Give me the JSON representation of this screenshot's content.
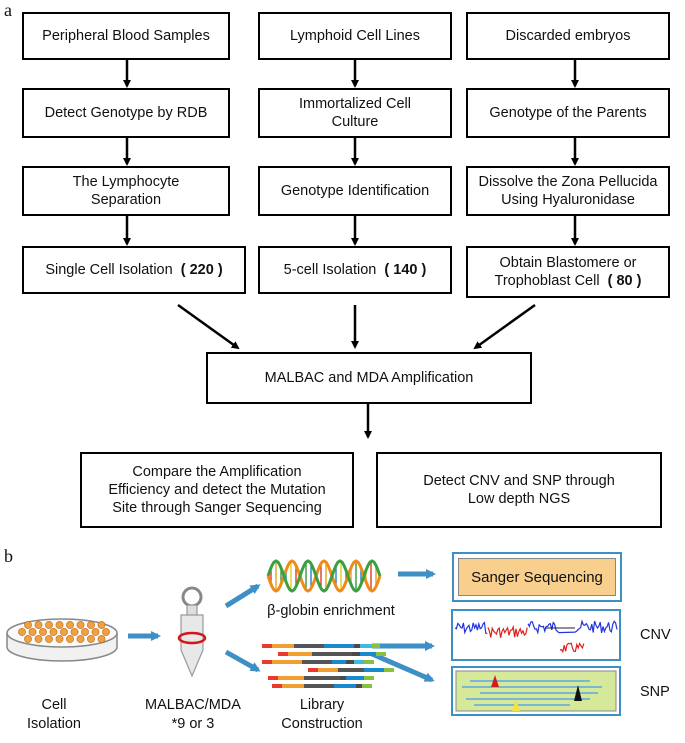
{
  "panel_a_label": "a",
  "panel_b_label": "b",
  "columns": [
    {
      "source": "Peripheral Blood Samples",
      "step1": "Detect Genotype by RDB",
      "step2": [
        "The Lymphocyte",
        "Separation"
      ],
      "isolation": [
        "Single Cell Isolation",
        "( 220 )"
      ]
    },
    {
      "source": "Lymphoid Cell Lines",
      "step1": [
        "Immortalized Cell",
        "Culture"
      ],
      "step2": "Genotype Identification",
      "isolation": [
        "5-cell Isolation",
        "( 140 )"
      ]
    },
    {
      "source": "Discarded embryos",
      "step1": "Genotype of the Parents",
      "step2": [
        "Dissolve the Zona Pellucida",
        "Using Hyaluronidase"
      ],
      "isolation": [
        "Obtain Blastomere or",
        "Trophoblast Cell",
        "( 80 )"
      ]
    }
  ],
  "amplification": "MALBAC and MDA Amplification",
  "outcome_left": [
    "Compare the Amplification",
    "Efficiency and detect the Mutation",
    "Site through Sanger Sequencing"
  ],
  "outcome_right": [
    "Detect CNV and SNP through",
    "Low depth NGS"
  ],
  "panel_b": {
    "cell_label": [
      "Cell",
      "Isolation"
    ],
    "malbac_label": [
      "MALBAC/MDA",
      "*9 or 3"
    ],
    "globin_label": "β-globin enrichment",
    "library_label": [
      "Library",
      "Construction"
    ],
    "sanger_label": "Sanger Sequencing",
    "cnv_label": "CNV",
    "snp_label": "SNP"
  },
  "colors": {
    "arrow_blue": "#3d8fc6",
    "sanger_fill": "#f8cf8d",
    "snp_fill": "#d6e89a",
    "cnv_blue": "#2233dd",
    "cnv_red": "#e02020",
    "dish_cell": "#f0a040"
  }
}
